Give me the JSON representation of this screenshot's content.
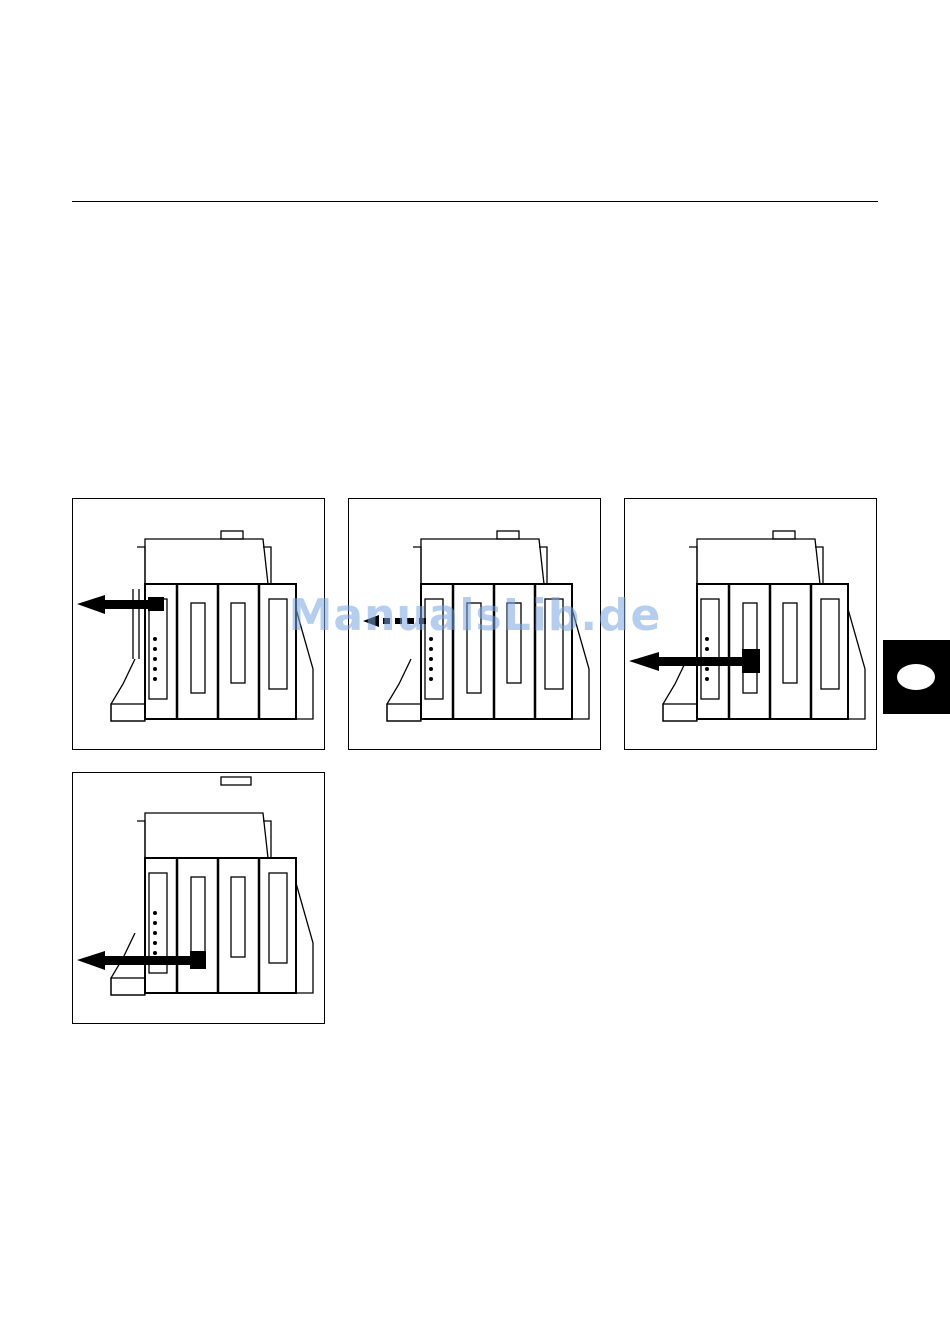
{
  "watermark": {
    "text": "ManualsLib.de"
  },
  "figures": [
    {
      "id": "fig-1",
      "arrow": "solid",
      "highlight": "top-left"
    },
    {
      "id": "fig-2",
      "arrow": "dotted",
      "highlight": "none"
    },
    {
      "id": "fig-3",
      "arrow": "solid-long",
      "highlight": "middle"
    },
    {
      "id": "fig-4",
      "arrow": "solid",
      "highlight": "bottom"
    }
  ],
  "colors": {
    "line": "#000000",
    "watermark": "#78a5e1"
  }
}
